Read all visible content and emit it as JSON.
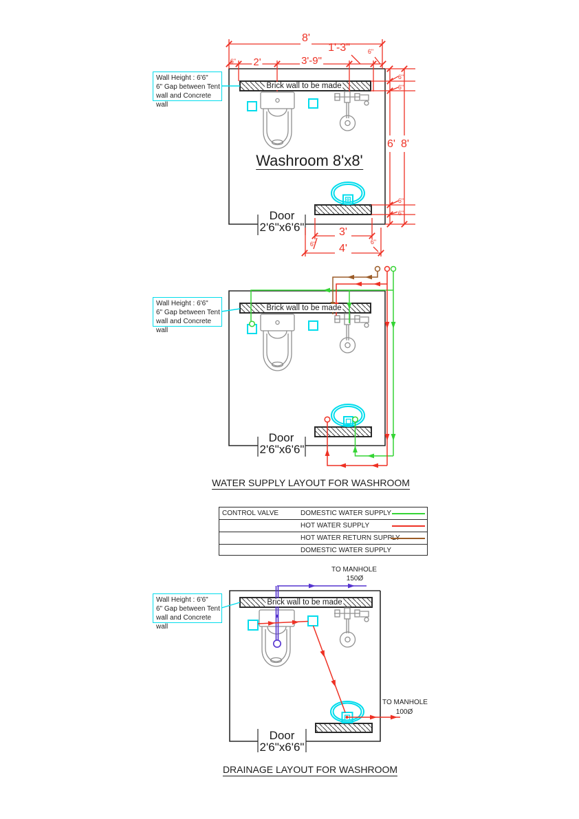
{
  "shared": {
    "wall_note": [
      "Wall Height : 6'6\"",
      "6\" Gap between Tent",
      "wall and Concrete wall"
    ],
    "brick_wall_label": "Brick wall to be made",
    "door_label": "Door",
    "door_size": "2'6\"x6'6\""
  },
  "floor_plan": {
    "room_title": "Washroom 8'x8'",
    "dims": {
      "overall_width": "8'",
      "overall_height": "8'",
      "inner_height": "6'",
      "toilet_offset": "2'",
      "shower_span": "3'-9\"",
      "corner_span": "1'-3\"",
      "half_foot": "6\"",
      "sink_length": "3'",
      "sink_wall_length": "4'"
    }
  },
  "water_supply": {
    "title": "WATER SUPPLY LAYOUT FOR WASHROOM"
  },
  "legend": {
    "control_valve": "CONTROL VALVE",
    "rows": [
      {
        "label": "DOMESTIC WATER SUPPLY",
        "color": "#35d435"
      },
      {
        "label": "HOT WATER SUPPLY",
        "color": "#ee3124"
      },
      {
        "label": "HOT WATER RETURN SUPPLY",
        "color": "#9b5c28"
      },
      {
        "label": "DOMESTIC WATER SUPPLY"
      }
    ]
  },
  "drainage": {
    "title": "DRAINAGE LAYOUT FOR WASHROOM",
    "manhole_top": {
      "label": "TO MANHOLE",
      "size": "150Ø"
    },
    "manhole_side": {
      "label": "TO MANHOLE",
      "size": "100Ø"
    }
  },
  "colors": {
    "dimension_red": "#ee3124",
    "domestic_water_green": "#35d435",
    "hot_water_red": "#ee3124",
    "hot_water_return_brown": "#9b5c28",
    "soil_drain_purple": "#5433cf",
    "fixture_cyan": "#00dcec"
  }
}
